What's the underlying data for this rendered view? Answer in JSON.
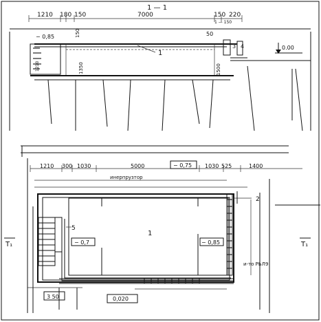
{
  "section": {
    "cut_label": "1 — 1",
    "dim_top": [
      "1210",
      "180",
      "150",
      "7000",
      "150",
      "220"
    ],
    "dim_right_small": "1 — 150",
    "level_left": "− 0,85",
    "dim_150": "150",
    "dim_50": "50",
    "dim_1350": "1350",
    "dim_1500": "1500",
    "level_right": "0.00",
    "item_1": "1",
    "item_3": "3",
    "item_4": "4"
  },
  "plan": {
    "dim_top": [
      "1210",
      "300",
      "1030",
      "5000",
      "1030",
      "525",
      "1400"
    ],
    "level_box": "− 0,75",
    "subtext": "инерпрузтор",
    "item_1": "1",
    "item_2": "2",
    "item_5": "5",
    "level_left": "− 0,7",
    "level_right": "− 0,85",
    "note_right": "и-то РЬЛ9",
    "level_bottom": "0,020",
    "box_bottom_left": "3 50",
    "cut_mark": "1"
  }
}
